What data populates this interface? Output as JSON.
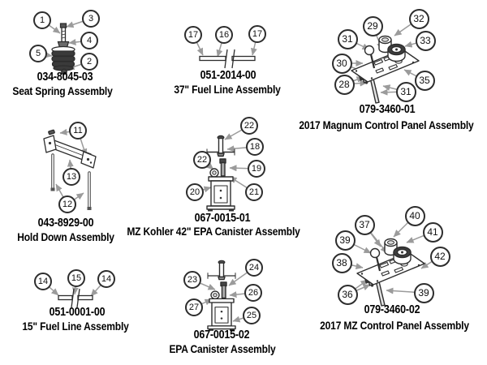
{
  "page": {
    "background": "#ffffff",
    "type_label": "parts-diagram-page"
  },
  "colors": {
    "line_art": "#2d2d2d",
    "leader_arrow": "#9b9b9b",
    "dark_fill": "#3d3d3d",
    "text": "#000000",
    "callout_fill": "#ffffff"
  },
  "assemblies": [
    {
      "id": "seat-spring",
      "part_number": "034-8045-03",
      "name": "Seat Spring Assembly",
      "callouts": [
        "1",
        "3",
        "4",
        "5",
        "2"
      ]
    },
    {
      "id": "fuel-line-37",
      "part_number": "051-2014-00",
      "name": "37\" Fuel Line Assembly",
      "callouts": [
        "17",
        "16",
        "17"
      ]
    },
    {
      "id": "magnum-control-panel",
      "part_number": "079-3460-01",
      "name": "2017 Magnum Control Panel Assembly",
      "callouts": [
        "31",
        "29",
        "32",
        "33",
        "30",
        "28",
        "35",
        "31"
      ]
    },
    {
      "id": "hold-down",
      "part_number": "043-8929-00",
      "name": "Hold Down Assembly",
      "callouts": [
        "11",
        "13",
        "12"
      ]
    },
    {
      "id": "mz-kohler-epa-canister",
      "part_number": "067-0015-01",
      "name": "MZ Kohler 42\" EPA Canister Assembly",
      "callouts": [
        "22",
        "18",
        "22",
        "19",
        "20",
        "21"
      ]
    },
    {
      "id": "mz-control-panel",
      "part_number": "079-3460-02",
      "name": "2017 MZ Control Panel Assembly",
      "callouts": [
        "37",
        "40",
        "41",
        "39",
        "38",
        "42",
        "36",
        "39"
      ]
    },
    {
      "id": "fuel-line-15",
      "part_number": "051-0001-00",
      "name": "15\" Fuel Line Assembly",
      "callouts": [
        "14",
        "15",
        "14"
      ]
    },
    {
      "id": "epa-canister",
      "part_number": "067-0015-02",
      "name": "EPA Canister Assembly",
      "callouts": [
        "23",
        "24",
        "26",
        "27",
        "25"
      ]
    }
  ]
}
